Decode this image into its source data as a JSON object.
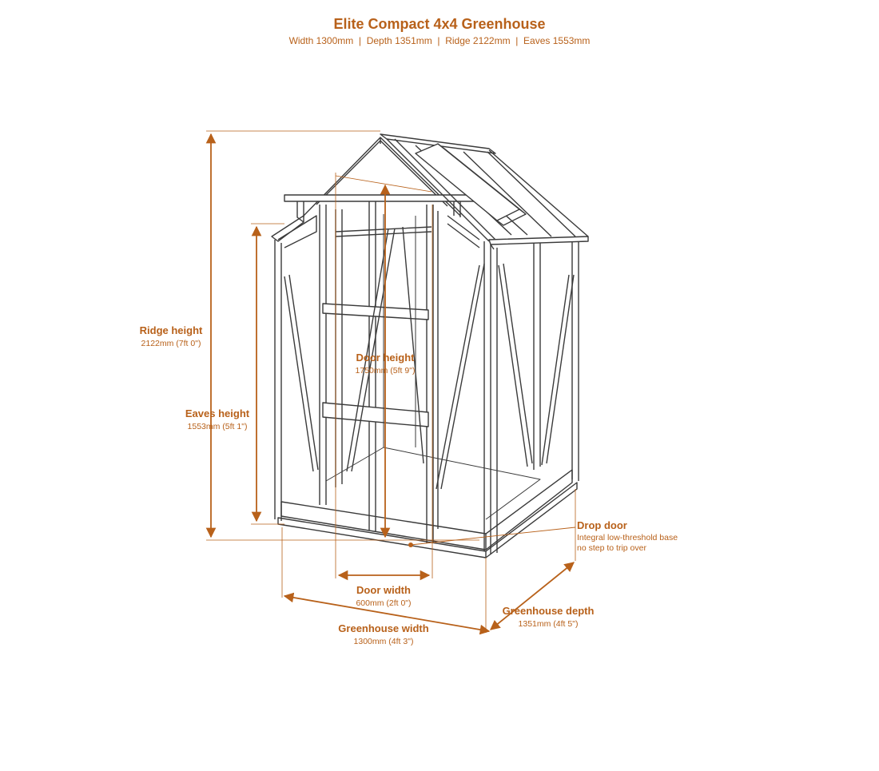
{
  "title": "Elite Compact 4x4 Greenhouse",
  "subtitle": "Width 1300mm  |  Depth 1351mm  |  Ridge 2122mm  |  Eaves 1553mm",
  "colors": {
    "accent": "#b8611a",
    "frame": "#3a3a3a"
  },
  "dimensions": {
    "ridge": {
      "label": "Ridge height",
      "value": "2122mm (7ft 0\")"
    },
    "eaves": {
      "label": "Eaves height",
      "value": "1553mm (5ft 1\")"
    },
    "door_height": {
      "label": "Door height",
      "value": "1750mm (5ft 9\")"
    },
    "door_width": {
      "label": "Door width",
      "value": "600mm (2ft 0\")"
    },
    "width": {
      "label": "Greenhouse width",
      "value": "1300mm (4ft 3\")"
    },
    "depth": {
      "label": "Greenhouse depth",
      "value": "1351mm (4ft 5\")"
    }
  },
  "drop_door": {
    "label": "Drop door",
    "line1": "Integral low-threshold base",
    "line2": "no step to trip over"
  }
}
